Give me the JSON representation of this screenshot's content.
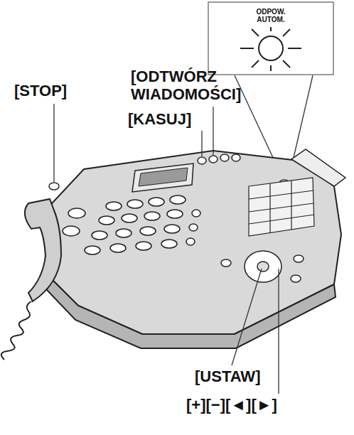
{
  "diagram": {
    "nodes": [
      {
        "text": [
          "ODPOW. AUTOM."
        ]
      }
    ],
    "labels": [
      "[ODTWÓRZ WIADOMOŚCI]",
      "[STOP]",
      "[KASUJ]",
      "[USTAW]",
      "[+][−][◄][►]"
    ]
  }
}
